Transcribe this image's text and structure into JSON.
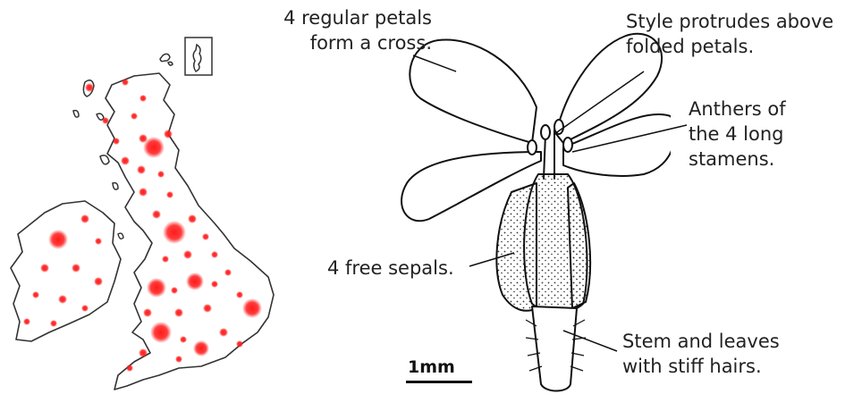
{
  "labels": {
    "petals": {
      "line1": "4 regular petals",
      "line2": "form a cross."
    },
    "style": {
      "line1": "Style protrudes above",
      "line2": "folded petals."
    },
    "anthers": {
      "line1": "Anthers of",
      "line2": "the 4 long",
      "line3": "stamens."
    },
    "sepals": {
      "line1": "4 free sepals."
    },
    "stem": {
      "line1": "Stem and leaves",
      "line2": "with stiff hairs."
    }
  },
  "scale_bar": {
    "label": "1mm"
  },
  "map": {
    "dot_color": "#ff1a1a",
    "outline_color": "#333333",
    "land_color": "#ffffff"
  },
  "flower": {
    "outline_color": "#111111",
    "stipple_color": "#333333"
  }
}
